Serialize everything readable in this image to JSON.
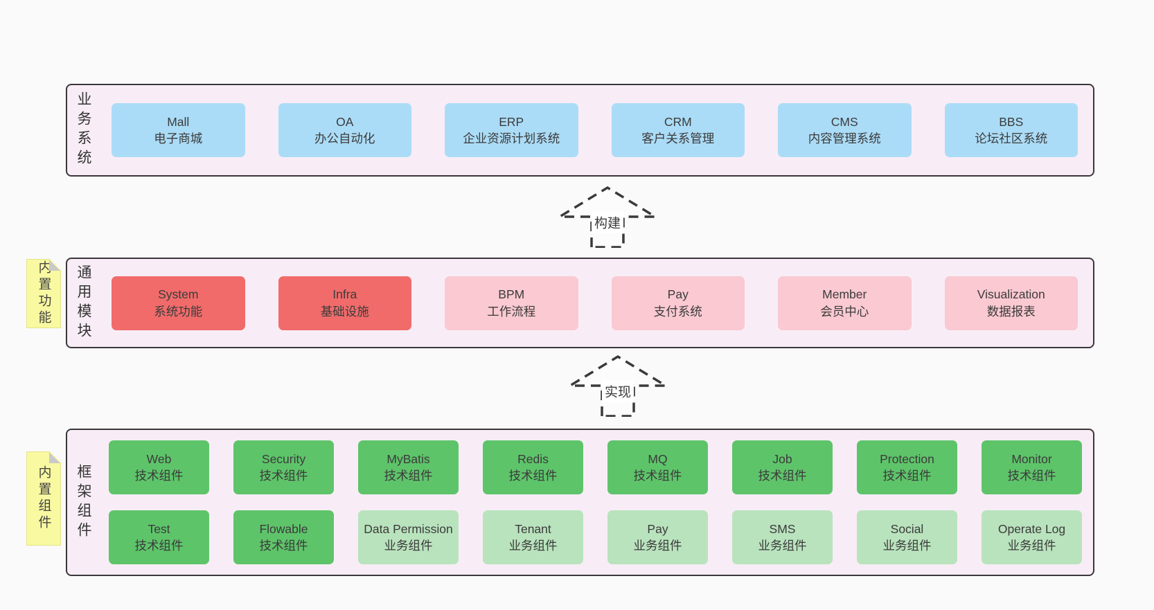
{
  "palette": {
    "page_bg": "#fafafa",
    "layer_bg": "#f8edf6",
    "layer_border": "#3a363a",
    "blue_box": "#abdcf7",
    "red_box": "#f16b6b",
    "pink_box": "#fac9d1",
    "green_box": "#5ec46a",
    "light_green_box": "#b9e3bd",
    "sticky_note": "#f9f9a1",
    "text": "#3b3b3b"
  },
  "layers": {
    "business": {
      "label": "业务系统",
      "boxes": [
        {
          "en": "Mall",
          "zh": "电子商城"
        },
        {
          "en": "OA",
          "zh": "办公自动化"
        },
        {
          "en": "ERP",
          "zh": "企业资源计划系统"
        },
        {
          "en": "CRM",
          "zh": "客户关系管理"
        },
        {
          "en": "CMS",
          "zh": "内容管理系统"
        },
        {
          "en": "BBS",
          "zh": "论坛社区系统"
        }
      ]
    },
    "modules": {
      "label": "通用模块",
      "note": "内置功能",
      "boxes": [
        {
          "en": "System",
          "zh": "系统功能"
        },
        {
          "en": "Infra",
          "zh": "基础设施"
        },
        {
          "en": "BPM",
          "zh": "工作流程"
        },
        {
          "en": "Pay",
          "zh": "支付系统"
        },
        {
          "en": "Member",
          "zh": "会员中心"
        },
        {
          "en": "Visualization",
          "zh": "数据报表"
        }
      ]
    },
    "components": {
      "label": "框架组件",
      "note": "内置组件",
      "row1": [
        {
          "en": "Web",
          "zh": "技术组件"
        },
        {
          "en": "Security",
          "zh": "技术组件"
        },
        {
          "en": "MyBatis",
          "zh": "技术组件"
        },
        {
          "en": "Redis",
          "zh": "技术组件"
        },
        {
          "en": "MQ",
          "zh": "技术组件"
        },
        {
          "en": "Job",
          "zh": "技术组件"
        },
        {
          "en": "Protection",
          "zh": "技术组件"
        },
        {
          "en": "Monitor",
          "zh": "技术组件"
        }
      ],
      "row2": [
        {
          "en": "Test",
          "zh": "技术组件"
        },
        {
          "en": "Flowable",
          "zh": "技术组件"
        },
        {
          "en": "Data Permission",
          "zh": "业务组件"
        },
        {
          "en": "Tenant",
          "zh": "业务组件"
        },
        {
          "en": "Pay",
          "zh": "业务组件"
        },
        {
          "en": "SMS",
          "zh": "业务组件"
        },
        {
          "en": "Social",
          "zh": "业务组件"
        },
        {
          "en": "Operate Log",
          "zh": "业务组件"
        }
      ]
    }
  },
  "arrows": [
    {
      "label": "构建"
    },
    {
      "label": "实现"
    }
  ]
}
